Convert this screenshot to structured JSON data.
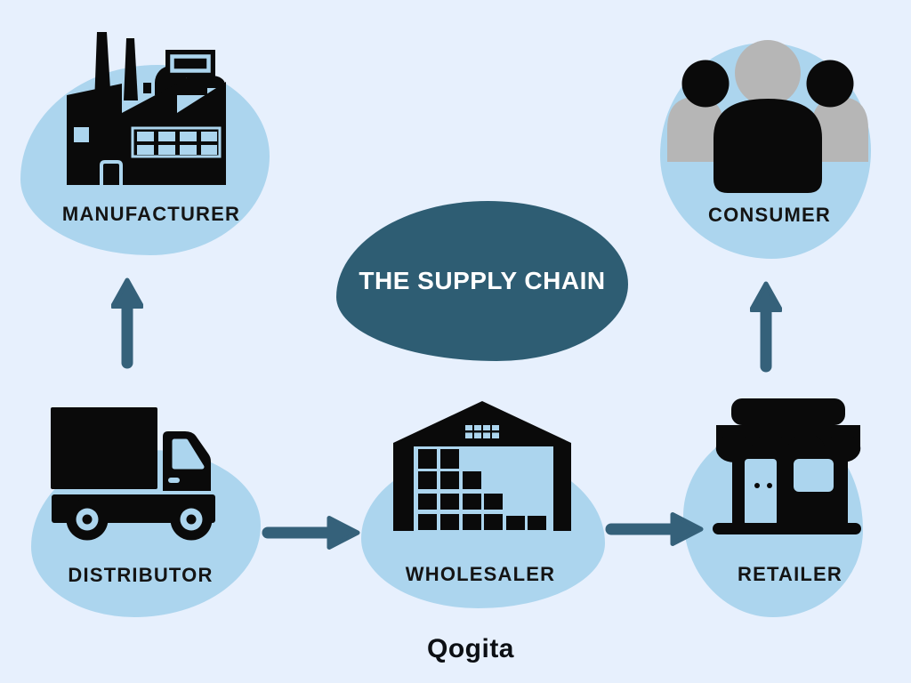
{
  "title": "THE SUPPLY CHAIN",
  "footer": {
    "brand": "Qogita"
  },
  "colors": {
    "background": "#e7f0fd",
    "node_blob": "#acd5ee",
    "title_blob": "#2e5d73",
    "title_text": "#ffffff",
    "arrow": "#35617a",
    "icon_black": "#0a0a0a",
    "icon_gray": "#b6b6b6",
    "label_text": "#141414"
  },
  "nodes": {
    "manufacturer": {
      "label": "MANUFACTURER",
      "icon": "factory-icon"
    },
    "consumer": {
      "label": "CONSUMER",
      "icon": "people-group-icon"
    },
    "distributor": {
      "label": "DISTRIBUTOR",
      "icon": "delivery-truck-icon"
    },
    "wholesaler": {
      "label": "WHOLESALER",
      "icon": "warehouse-icon"
    },
    "retailer": {
      "label": "RETAILER",
      "icon": "storefront-icon"
    }
  },
  "arrows": [
    {
      "from": "distributor",
      "to": "manufacturer",
      "direction": "up"
    },
    {
      "from": "distributor",
      "to": "wholesaler",
      "direction": "right"
    },
    {
      "from": "wholesaler",
      "to": "retailer",
      "direction": "right"
    },
    {
      "from": "retailer",
      "to": "consumer",
      "direction": "up"
    }
  ]
}
